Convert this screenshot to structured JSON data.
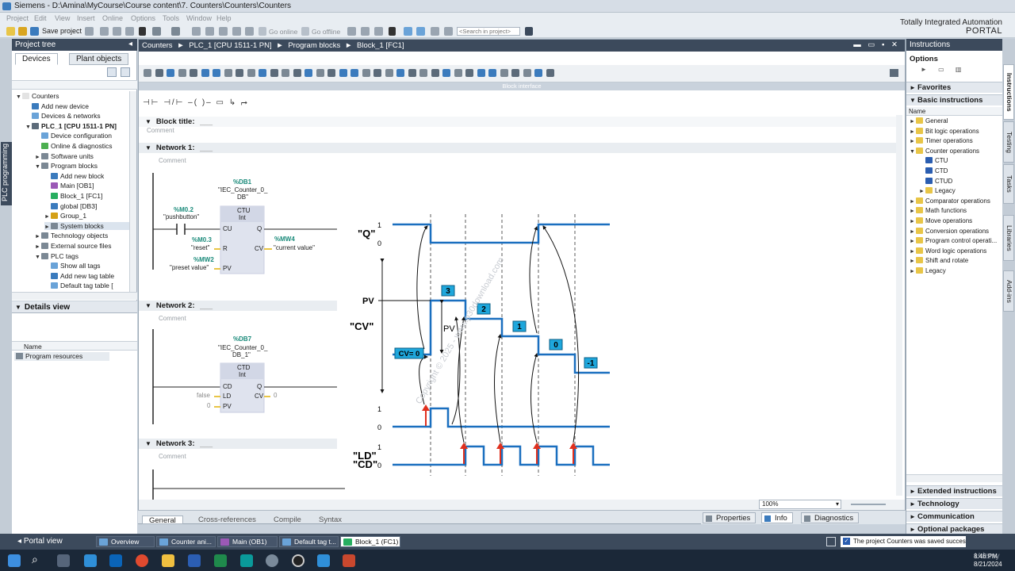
{
  "window": {
    "title": "Siemens - D:\\Amina\\MyCourse\\Course content\\7. Counters\\Counters\\Counters",
    "brand_line1": "Totally Integrated Automation",
    "brand_line2": "PORTAL"
  },
  "menu": [
    "Project",
    "Edit",
    "View",
    "Insert",
    "Online",
    "Options",
    "Tools",
    "Window",
    "Help"
  ],
  "toolbar": {
    "save_label": "Save project",
    "go_online": "Go online",
    "go_offline": "Go offline",
    "search_placeholder": "<Search in project>"
  },
  "left_vtab": "PLC programming",
  "project_tree": {
    "title": "Project tree",
    "tab_devices": "Devices",
    "tab_plant": "Plant objects",
    "items": [
      {
        "label": "Counters",
        "indent": 0,
        "arrow": "▼",
        "color": "#e3e3e3"
      },
      {
        "label": "Add new device",
        "indent": 1,
        "arrow": "",
        "color": "#3b7bbd"
      },
      {
        "label": "Devices & networks",
        "indent": 1,
        "arrow": "",
        "color": "#6aa3d8"
      },
      {
        "label": "PLC_1 [CPU 1511-1 PN]",
        "indent": 1,
        "arrow": "▼",
        "color": "#5c6b7a",
        "bold": true
      },
      {
        "label": "Device configuration",
        "indent": 2,
        "arrow": "",
        "color": "#6aa3d8"
      },
      {
        "label": "Online & diagnostics",
        "indent": 2,
        "arrow": "",
        "color": "#4caf50"
      },
      {
        "label": "Software units",
        "indent": 2,
        "arrow": "►",
        "color": "#7b8894"
      },
      {
        "label": "Program blocks",
        "indent": 2,
        "arrow": "▼",
        "color": "#7b8894"
      },
      {
        "label": "Add new block",
        "indent": 3,
        "arrow": "",
        "color": "#3b7bbd"
      },
      {
        "label": "Main [OB1]",
        "indent": 3,
        "arrow": "",
        "color": "#9b59b6"
      },
      {
        "label": "Block_1 [FC1]",
        "indent": 3,
        "arrow": "",
        "color": "#27ae60"
      },
      {
        "label": "global [DB3]",
        "indent": 3,
        "arrow": "",
        "color": "#3b7bbd"
      },
      {
        "label": "Group_1",
        "indent": 3,
        "arrow": "►",
        "color": "#d4a017"
      },
      {
        "label": "System blocks",
        "indent": 3,
        "arrow": "►",
        "color": "#7b8894",
        "selected": true
      },
      {
        "label": "Technology objects",
        "indent": 2,
        "arrow": "►",
        "color": "#7b8894"
      },
      {
        "label": "External source files",
        "indent": 2,
        "arrow": "►",
        "color": "#7b8894"
      },
      {
        "label": "PLC tags",
        "indent": 2,
        "arrow": "▼",
        "color": "#7b8894"
      },
      {
        "label": "Show all tags",
        "indent": 3,
        "arrow": "",
        "color": "#6aa3d8"
      },
      {
        "label": "Add new tag table",
        "indent": 3,
        "arrow": "",
        "color": "#3b7bbd"
      },
      {
        "label": "Default tag table [",
        "indent": 3,
        "arrow": "",
        "color": "#6aa3d8"
      }
    ]
  },
  "details_view": {
    "title": "Details view",
    "col_name": "Name",
    "row": "Program resources"
  },
  "editor": {
    "breadcrumb": [
      "Counters",
      "PLC_1 [CPU 1511-1 PN]",
      "Program blocks",
      "Block_1 [FC1]"
    ],
    "block_interface": "Block interface",
    "block_title_label": "Block title:",
    "block_title_value": "___",
    "comment": "Comment",
    "zoom": "100%",
    "networks": [
      {
        "label": "Network 1:",
        "value": "___"
      },
      {
        "label": "Network 2:",
        "value": "___"
      },
      {
        "label": "Network 3:",
        "value": "___"
      }
    ],
    "net1": {
      "db_addr": "%DB1",
      "db_name_line1": "\"IEC_Counter_0_",
      "db_name_line2": "DB\"",
      "box_type": "CTU",
      "box_dtype": "Int",
      "pin_cu": "CU",
      "pin_q": "Q",
      "pin_r": "R",
      "pin_cv": "CV",
      "pin_pv": "PV",
      "in1_addr": "%M0.2",
      "in1_name": "\"pushbutton\"",
      "in2_addr": "%M0.3",
      "in2_name": "\"reset\"",
      "in3_addr": "%MW2",
      "in3_name": "\"preset value\"",
      "out_addr": "%MW4",
      "out_name": "\"current value\""
    },
    "net2": {
      "db_addr": "%DB7",
      "db_name_line1": "\"IEC_Counter_0_",
      "db_name_line2": "DB_1\"",
      "box_type": "CTD",
      "box_dtype": "Int",
      "pin_cd": "CD",
      "pin_q": "Q",
      "pin_ld": "LD",
      "pin_cv": "CV",
      "pin_pv": "PV",
      "ld_val": "false",
      "pv_val": "0",
      "cv_val": "0"
    }
  },
  "timing_diagram": {
    "labels": {
      "q": "\"Q\"",
      "cv": "\"CV\"",
      "ld": "\"LD\"",
      "cd": "\"CD\"",
      "pv": "PV",
      "pv_span": "PV",
      "cv0": "CV= 0"
    },
    "one": "1",
    "zero": "0",
    "counts": [
      "3",
      "2",
      "1",
      "0",
      "-1"
    ],
    "watermark": "Copyright © 2025 - www.p30download.com",
    "accent": "#1a6fbf",
    "box_color": "#1ea7dc",
    "arrow_color": "#e0301e"
  },
  "bottom_tabs": [
    "General",
    "Cross-references",
    "Compile",
    "Syntax"
  ],
  "inspector_tabs": [
    "Properties",
    "Info",
    "Diagnostics"
  ],
  "instructions": {
    "title": "Instructions",
    "options": "Options",
    "favorites": "Favorites",
    "basic": "Basic instructions",
    "col_name": "Name",
    "items": [
      {
        "label": "General",
        "indent": 0,
        "arrow": "►",
        "color": "#e8c547"
      },
      {
        "label": "Bit logic operations",
        "indent": 0,
        "arrow": "►",
        "color": "#e8c547"
      },
      {
        "label": "Timer operations",
        "indent": 0,
        "arrow": "►",
        "color": "#e8c547"
      },
      {
        "label": "Counter operations",
        "indent": 0,
        "arrow": "▼",
        "color": "#e8c547"
      },
      {
        "label": "CTU",
        "indent": 1,
        "arrow": "",
        "color": "#2a5db0"
      },
      {
        "label": "CTD",
        "indent": 1,
        "arrow": "",
        "color": "#2a5db0"
      },
      {
        "label": "CTUD",
        "indent": 1,
        "arrow": "",
        "color": "#2a5db0"
      },
      {
        "label": "Legacy",
        "indent": 1,
        "arrow": "►",
        "color": "#e8c547"
      },
      {
        "label": "Comparator operations",
        "indent": 0,
        "arrow": "►",
        "color": "#e8c547"
      },
      {
        "label": "Math functions",
        "indent": 0,
        "arrow": "►",
        "color": "#e8c547"
      },
      {
        "label": "Move operations",
        "indent": 0,
        "arrow": "►",
        "color": "#e8c547"
      },
      {
        "label": "Conversion operations",
        "indent": 0,
        "arrow": "►",
        "color": "#e8c547"
      },
      {
        "label": "Program control operati...",
        "indent": 0,
        "arrow": "►",
        "color": "#e8c547"
      },
      {
        "label": "Word logic operations",
        "indent": 0,
        "arrow": "►",
        "color": "#e8c547"
      },
      {
        "label": "Shift and rotate",
        "indent": 0,
        "arrow": "►",
        "color": "#e8c547"
      },
      {
        "label": "Legacy",
        "indent": 0,
        "arrow": "►",
        "color": "#e8c547"
      }
    ],
    "extended": "Extended instructions",
    "technology": "Technology",
    "communication": "Communication",
    "optional": "Optional packages"
  },
  "right_vtabs": [
    "Instructions",
    "Testing",
    "Tasks",
    "Libraries",
    "Add-ins"
  ],
  "statusbar": {
    "portal_view": "Portal view",
    "tasks": [
      {
        "label": "Overview",
        "color": "#6aa3d8"
      },
      {
        "label": "Counter ani...",
        "color": "#6aa3d8"
      },
      {
        "label": "Main (OB1)",
        "color": "#9b59b6"
      },
      {
        "label": "Default tag t...",
        "color": "#6aa3d8"
      },
      {
        "label": "Block_1 (FC1)",
        "color": "#27ae60",
        "active": true
      }
    ],
    "message": "The project Counters was saved succes..."
  },
  "taskbar": {
    "time": "8:46 PM",
    "date": "8/21/2024",
    "udemy": "Udemy"
  }
}
